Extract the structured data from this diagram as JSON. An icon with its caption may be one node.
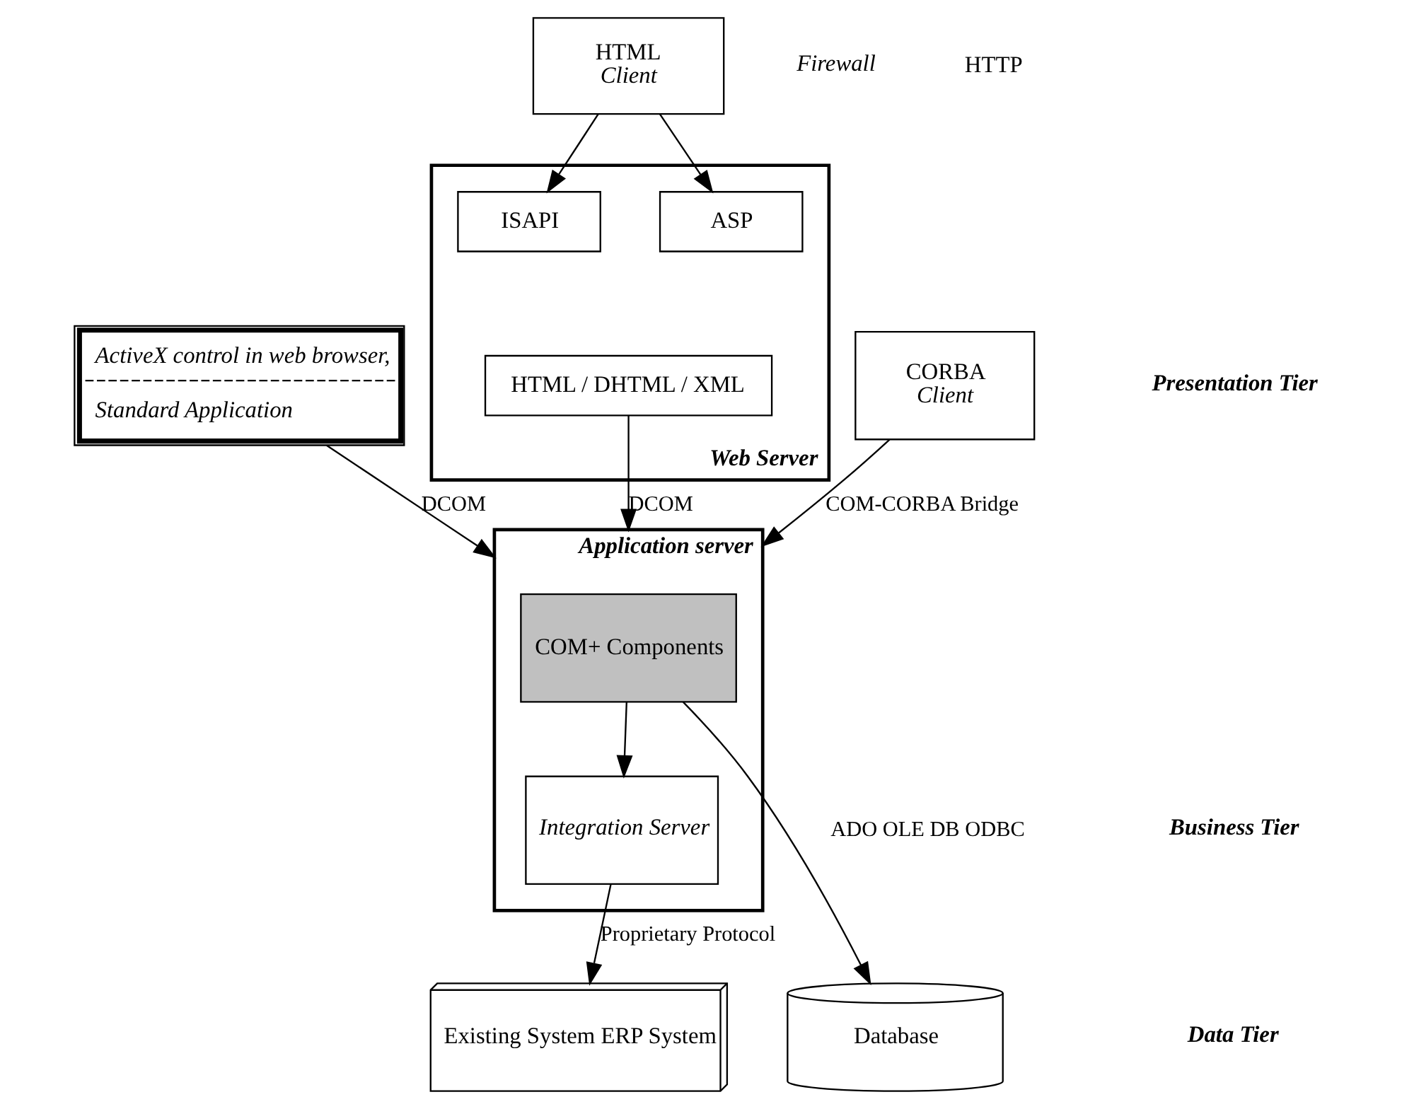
{
  "diagram": {
    "nodes": [
      {
        "text": [
          "ActiveX control in web browser,",
          "Standard Application"
        ]
      },
      {
        "text": [
          "HTML *Client*"
        ]
      },
      {
        "text": [
          "Web Server"
        ]
      },
      {
        "text": [
          "ISAPI"
        ],
        "in": 2
      },
      {
        "text": [
          "ASP"
        ],
        "in": 2
      },
      {
        "text": [
          "HTML / DHTML / XML"
        ],
        "in": 2
      },
      {
        "text": [
          "CORBA *Client*"
        ]
      },
      {
        "text": [
          "Application server"
        ]
      },
      {
        "text": [
          "COM+ Components"
        ],
        "in": 7
      },
      {
        "text": [
          "Integration Server"
        ],
        "in": 7
      },
      {
        "text": [
          "Database"
        ]
      },
      {
        "text": [
          "Existing System ERP System"
        ]
      }
    ],
    "edges": [
      {
        "from": 1,
        "to": 3,
        "arrow": "to"
      },
      {
        "from": 1,
        "to": 4,
        "arrow": "to"
      },
      {
        "from": 0,
        "to": 7,
        "arrow": "to",
        "label": "DCOM"
      },
      {
        "from": 5,
        "to": 7,
        "arrow": "to",
        "label": "DCOM"
      },
      {
        "from": 6,
        "to": 7,
        "arrow": "to",
        "label": "COM-CORBA Bridge"
      },
      {
        "from": 8,
        "to": 9,
        "arrow": "to"
      },
      {
        "from": 8,
        "to": 10,
        "arrow": "to",
        "label": "ADO OLE DB ODBC"
      },
      {
        "from": 9,
        "to": 11,
        "arrow": "to",
        "label": "Proprietary Protocol"
      }
    ],
    "labels": [
      "Firewall",
      "HTTP",
      "Presentation Tier",
      "Business Tier",
      "Data Tier"
    ]
  }
}
